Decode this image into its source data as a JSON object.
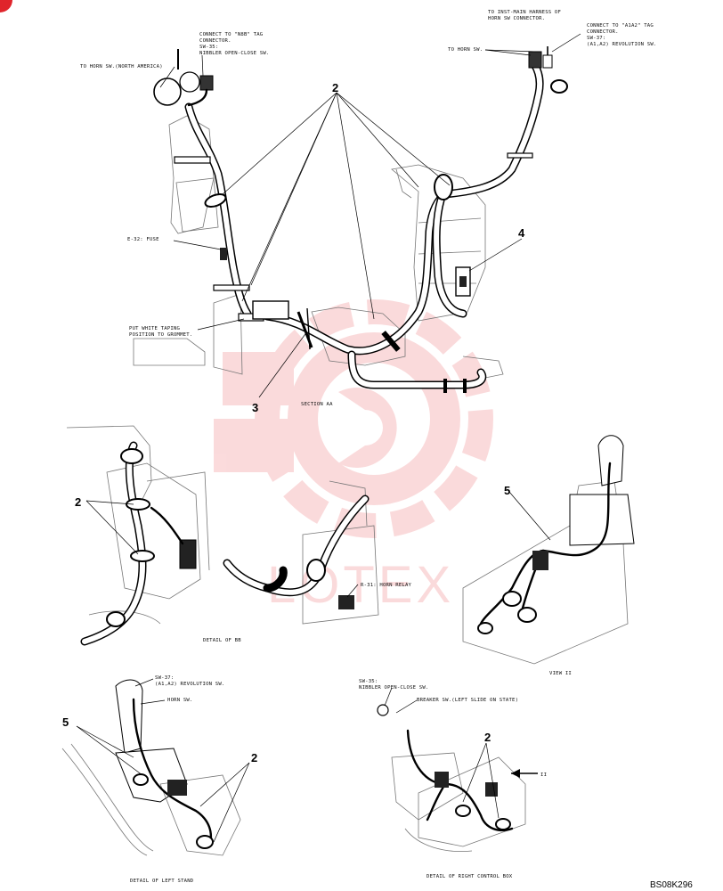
{
  "labels": {
    "to_horn_na": "TO HORN SW.(NORTH AMERICA)",
    "connect_n8b_1": "CONNECT TO \"N8B\" TAG",
    "connect_n8b_2": "CONNECTOR.",
    "sw35_top": "SW-35:",
    "nibbler_top": "NIBBLER OPEN-CLOSE SW.",
    "to_inst_1": "TO INST-MAIN HARNESS OF",
    "to_inst_2": "HORN SW CONNECTOR.",
    "connect_a1a2_1": "CONNECT TO \"A1A2\" TAG",
    "connect_a1a2_2": "CONNECTOR.",
    "sw37_top": "SW-37:",
    "a1a2_rev_top": "(A1,A2) REVOLUTION SW.",
    "to_horn_sw": "TO HORN SW.",
    "e32_fuse": "E-32: FUSE",
    "white_taping_1": "PUT WHITE TAPING",
    "white_taping_2": "POSITION TO GROMMET.",
    "section_aa": "SECTION AA",
    "detail_bb": "DETAIL OF BB",
    "r31_horn_relay": "R-31: HORN RELAY",
    "view_ii": "VIEW II",
    "sw37_bottom": "SW-37:",
    "a1a2_rev_bottom": "(A1,A2) REVOLUTION SW.",
    "horn_sw": "HORN SW.",
    "sw35_bottom": "SW-35:",
    "nibbler_bottom": "NIBBLER OPEN-CLOSE SW.",
    "breaker_sw": "BREAKER SW.(LEFT SLIDE ON STATE)",
    "detail_left_stand": "DETAIL OF LEFT STAND",
    "detail_right_box": "DETAIL OF RIGHT CONTROL BOX",
    "arrow_ii": "II"
  },
  "callouts": {
    "c2_top": "2",
    "c3": "3",
    "c4": "4",
    "c2_left": "2",
    "c5_right": "5",
    "c5_bottom": "5",
    "c2_bottom_left": "2",
    "c2_bottom_right": "2"
  },
  "drawing_code": "BS08K296",
  "watermark": {
    "text": "LOTEX",
    "color": "#e8393c"
  },
  "corner_badge_color": "#e0242b"
}
